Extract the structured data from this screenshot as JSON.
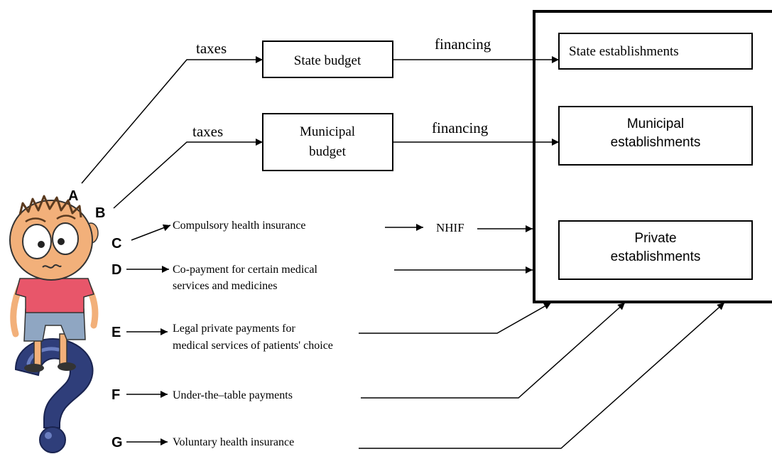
{
  "colors": {
    "line": "#000000",
    "box_fill": "#ffffff",
    "skin": "#f2b07a",
    "skin_shade": "#d98a4f",
    "hair": "#5a3a1f",
    "shirt": "#e8566a",
    "shorts": "#8fa6c2",
    "question": "#2f3e7a",
    "question_shine": "#6a7ec0"
  },
  "icons": {
    "character": "confused-boy-icon",
    "question_mark": "question-mark-icon"
  },
  "edges": {
    "taxes_1": "taxes",
    "taxes_2": "taxes",
    "financing_1": "financing",
    "financing_2": "financing"
  },
  "nodes": {
    "state_budget": "State budget",
    "municipal_budget_l1": "Municipal",
    "municipal_budget_l2": "budget",
    "state_est": "State establishments",
    "municipal_est_l1": "Municipal",
    "municipal_est_l2": "establishments",
    "private_est_l1": "Private",
    "private_est_l2": "establishments",
    "nhif": "NHIF"
  },
  "sources": {
    "a": "A",
    "b": "B",
    "c": "C",
    "d": "D",
    "e": "E",
    "f": "F",
    "g": "G"
  },
  "flows": {
    "c": "Compulsory health insurance",
    "d_l1": "Co-payment for certain medical",
    "d_l2": "services and medicines",
    "e_l1": "Legal private payments for",
    "e_l2": "medical services of patients' choice",
    "f": "Under-the–table payments",
    "g": "Voluntary health insurance"
  }
}
